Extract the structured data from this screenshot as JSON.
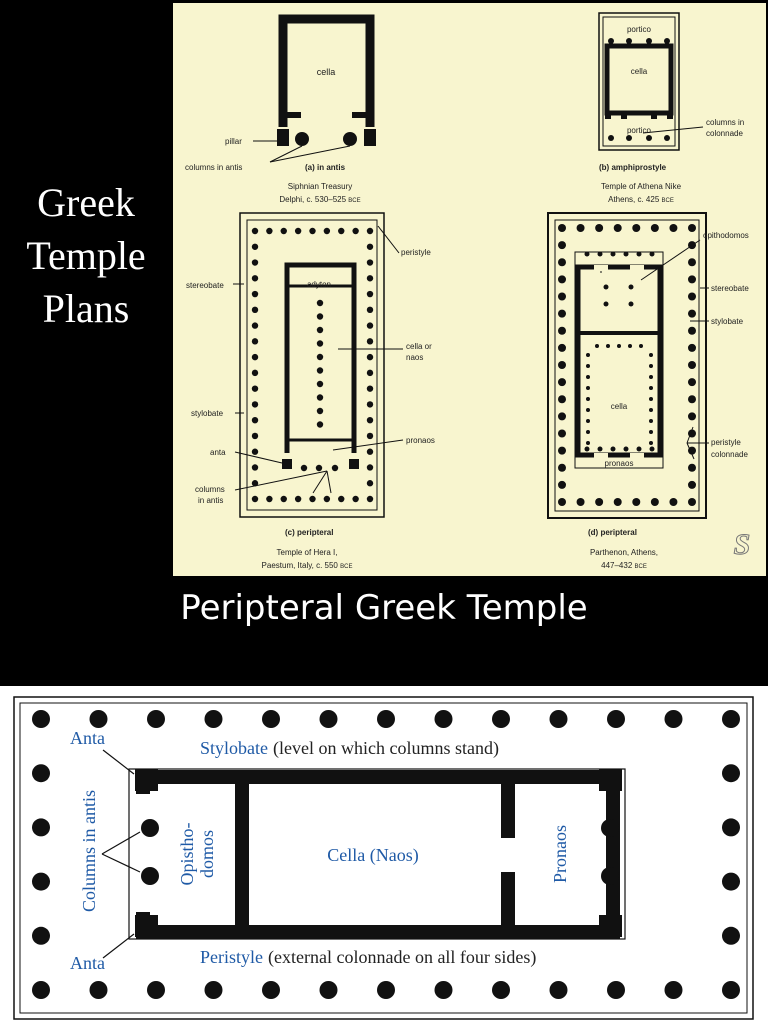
{
  "side_title": [
    "Greek",
    "Temple",
    "Plans"
  ],
  "caption": "Peripteral Greek Temple",
  "plans": {
    "a": {
      "inner_labels": {
        "cella": "cella",
        "pillar": "pillar",
        "columns_in_antis": "columns in antis"
      },
      "title_letter": "(a)",
      "title": "in antis",
      "sub1": "Siphnian Treasury",
      "sub2": "Delphi, c. 530–525",
      "era": "BCE"
    },
    "b": {
      "inner_labels": {
        "portico_top": "portico",
        "cella": "cella",
        "portico_bottom": "portico",
        "columns_in": "columns in",
        "colonnade": "colonnade"
      },
      "title_letter": "(b)",
      "title": "amphiprostyle",
      "sub1": "Temple of Athena Nike",
      "sub2": "Athens, c. 425",
      "era": "BCE"
    },
    "c": {
      "inner_labels": {
        "adyton": "adyton",
        "peristyle": "peristyle",
        "stereobate": "stereobate",
        "cella_or": "cella or",
        "naos": "naos",
        "stylobate": "stylobate",
        "pronaos": "pronaos",
        "anta": "anta",
        "columns": "columns",
        "in_antis": "in antis"
      },
      "title_letter": "(c)",
      "title": "peripteral",
      "sub1": "Temple of Hera I,",
      "sub2": "Paestum, Italy, c. 550",
      "era": "BCE"
    },
    "d": {
      "inner_labels": {
        "opithodomos": "opithodomos",
        "stereobate": "stereobate",
        "stylobate": "stylobate",
        "cella": "cella",
        "peristyle": "peristyle",
        "colonnade": "colonnade",
        "pronaos": "pronaos"
      },
      "title_letter": "(d)",
      "title": "peripteral",
      "sub1": "Parthenon, Athens,",
      "sub2": "447–432",
      "era": "BCE"
    },
    "watermark": "S"
  },
  "bottom_plan": {
    "anta_top": "Anta",
    "anta_bottom": "Anta",
    "stylobate": "Stylobate",
    "stylobate_note": "(level on which columns stand)",
    "columns_in_antis": "Columns in antis",
    "opisthodomos_1": "Opistho-",
    "opisthodomos_2": "domos",
    "cella": "Cella (Naos)",
    "pronaos": "Pronaos",
    "peristyle": "Peristyle",
    "peristyle_note": "(external colonnade on all four sides)"
  },
  "colors": {
    "background": "#000000",
    "panel": "#f8f5cf",
    "label_blue": "#1f5aa6",
    "ink": "#111111"
  }
}
